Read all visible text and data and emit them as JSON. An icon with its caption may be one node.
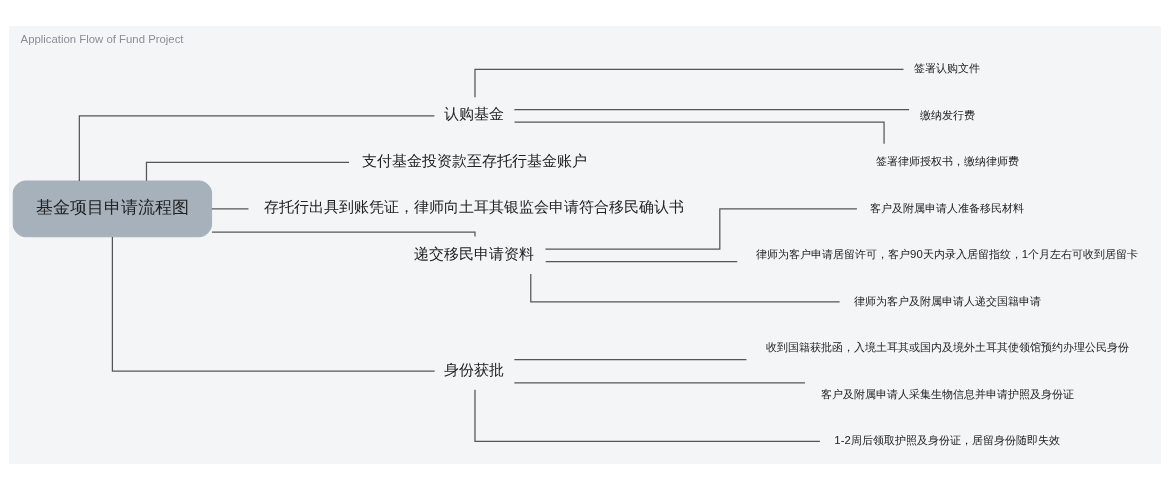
{
  "diagram": {
    "title": "Application Flow of Fund Project",
    "nodes": [
      {
        "text": [
          "基金项目申请流程图"
        ]
      },
      {
        "text": [
          "认购基金"
        ]
      },
      {
        "text": [
          "签署认购文件"
        ]
      },
      {
        "text": [
          "缴纳发行费"
        ]
      },
      {
        "text": [
          "签署律师授权书，缴纳律师费"
        ]
      },
      {
        "text": [
          "支付基金投资款至存托行基金账户"
        ]
      },
      {
        "text": [
          "存托行出具到账凭证，律师向土耳其银监会申请符合移民确认书"
        ]
      },
      {
        "text": [
          "递交移民申请资料"
        ]
      },
      {
        "text": [
          "客户及附属申请人准备移民材料"
        ]
      },
      {
        "text": [
          "律师为客户申请居留许可，客户90天内录入居留指纹，1个月左右可收到居留卡"
        ]
      },
      {
        "text": [
          "律师为客户及附属申请人递交国籍申请"
        ]
      },
      {
        "text": [
          "身份获批"
        ]
      },
      {
        "text": [
          "收到国籍获批函，入境土耳其或国内及境外土耳其使领馆预约办理公民身份"
        ]
      },
      {
        "text": [
          "客户及附属申请人采集生物信息并申请护照及身份证"
        ]
      },
      {
        "text": [
          "1-2周后领取护照及身份证，居留身份随即失效"
        ]
      }
    ],
    "edges": [
      {
        "from": 0,
        "to": 1,
        "arrow": "none"
      },
      {
        "from": 1,
        "to": 2,
        "arrow": "none"
      },
      {
        "from": 1,
        "to": 3,
        "arrow": "none"
      },
      {
        "from": 1,
        "to": 4,
        "arrow": "none"
      },
      {
        "from": 0,
        "to": 5,
        "arrow": "none"
      },
      {
        "from": 0,
        "to": 6,
        "arrow": "none"
      },
      {
        "from": 0,
        "to": 7,
        "arrow": "none"
      },
      {
        "from": 7,
        "to": 8,
        "arrow": "none"
      },
      {
        "from": 7,
        "to": 9,
        "arrow": "none"
      },
      {
        "from": 7,
        "to": 10,
        "arrow": "none"
      },
      {
        "from": 0,
        "to": 11,
        "arrow": "none"
      },
      {
        "from": 11,
        "to": 12,
        "arrow": "none"
      },
      {
        "from": 11,
        "to": 13,
        "arrow": "none"
      },
      {
        "from": 11,
        "to": 14,
        "arrow": "none"
      }
    ]
  }
}
